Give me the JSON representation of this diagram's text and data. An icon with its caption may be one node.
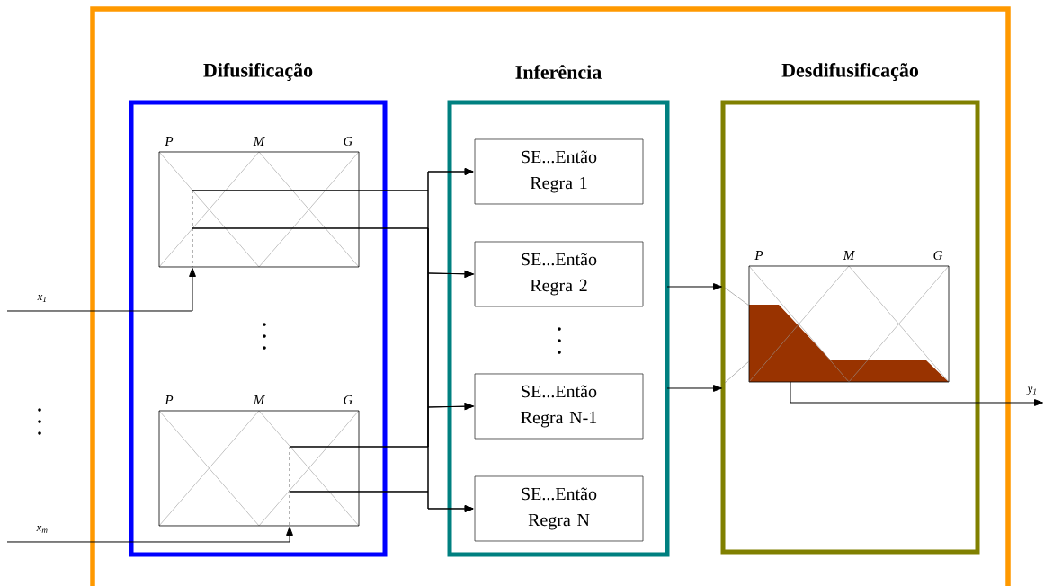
{
  "diagram": {
    "nodes": [
      {
        "text": [],
        "shape": "box"
      },
      {
        "text": [
          "Difusificação"
        ],
        "in": 0
      },
      {
        "text": [
          "Inferência"
        ],
        "in": 0
      },
      {
        "text": [
          "Desdifusificação"
        ],
        "in": 0
      },
      {
        "text": [
          "P",
          "M",
          "G"
        ],
        "in": 1
      },
      {
        "text": [
          "P",
          "M",
          "G"
        ],
        "in": 1
      },
      {
        "text": [
          "SE...Então Regra 1"
        ],
        "in": 2
      },
      {
        "text": [
          "SE...Então Regra 2"
        ],
        "in": 2
      },
      {
        "text": [
          "SE...Então Regra N-1"
        ],
        "in": 2
      },
      {
        "text": [
          "SE...Então Regra N"
        ],
        "in": 2
      },
      {
        "text": [
          "P",
          "M",
          "G"
        ],
        "in": 3
      }
    ],
    "edges": [
      {
        "from": null,
        "to": 4,
        "arrow": "to",
        "label": "x$_{1}$"
      },
      {
        "from": null,
        "to": 5,
        "arrow": "to",
        "label": "x$_{m}$"
      },
      {
        "from": 4,
        "to": 6,
        "arrow": "to"
      },
      {
        "from": 4,
        "to": 7,
        "arrow": "to"
      },
      {
        "from": 4,
        "to": 8,
        "arrow": "to"
      },
      {
        "from": 4,
        "to": 9,
        "arrow": "to"
      },
      {
        "from": 5,
        "to": 6,
        "arrow": "to"
      },
      {
        "from": 5,
        "to": 7,
        "arrow": "to"
      },
      {
        "from": 5,
        "to": 8,
        "arrow": "to"
      },
      {
        "from": 5,
        "to": 9,
        "arrow": "to"
      },
      {
        "from": 2,
        "to": 3,
        "arrow": "to"
      },
      {
        "from": 2,
        "to": 3,
        "arrow": "to"
      },
      {
        "from": 3,
        "to": 10,
        "arrow": "none",
        "color": "#808080"
      },
      {
        "from": 3,
        "to": 10,
        "arrow": "none",
        "color": "#808080"
      },
      {
        "from": 10,
        "to": null,
        "arrow": "to",
        "label": "y$_{1}$"
      }
    ]
  }
}
